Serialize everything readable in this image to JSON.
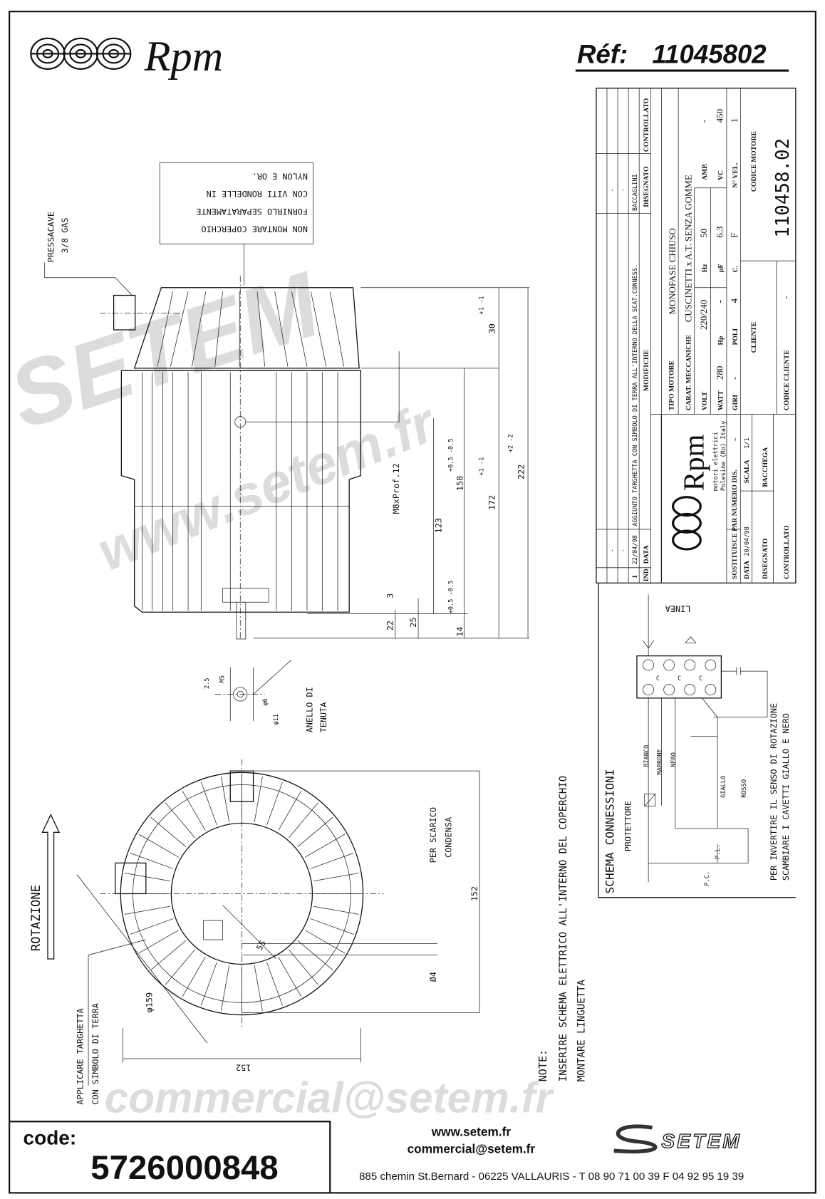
{
  "header": {
    "logo": "Rpm",
    "ref_label": "Réf:",
    "ref_value": "11045802"
  },
  "watermark": {
    "brand": "SETEM",
    "url": "www.setem.fr",
    "email": "commercial@setem.fr"
  },
  "side_view": {
    "note_lines": [
      "NON MONTARE COPERCHIO",
      "FORNIRLO SEPARATAMENTE",
      "CON VITI RONDELLE IN",
      "NYLON E OR."
    ],
    "pressacave": "PRESSACAVE",
    "pressacave_size": "3/8 GAS",
    "thread": "M8xProf.12",
    "dims": {
      "d30": "30",
      "d30_tol": "+1  -1",
      "d222": "222",
      "d222_tol": "+2  -2",
      "d172": "172",
      "d172_tol": "+1  -1",
      "d158": "158",
      "d158_tol": "+0.5  -0.5",
      "d123": "123",
      "d3": "3",
      "d22": "22",
      "d25": "25",
      "d14": "14",
      "d14_tol": "+0.5  -0.5"
    }
  },
  "shaft_detail": {
    "d25": "2.5",
    "m5": "M5",
    "phi6": "φ6",
    "phi11": "φ11",
    "seal_1": "ANELLO DI",
    "seal_2": "TENUTA"
  },
  "end_view": {
    "drain_1": "PER SCARICO",
    "drain_2": "CONDENSA",
    "d152_v": "152",
    "d152_h": "152",
    "d55": "55",
    "d4": "Ø4",
    "phi159": "φ159",
    "rotation": "ROTAZIONE",
    "label_1": "APPLICARE TARGHETTA",
    "label_2": "CON SIMBOLO DI TERRA"
  },
  "notes": {
    "title": "NOTE:",
    "line_1": "INSERIRE SCHEMA ELETTRICO ALL'INTERNO DEL COPERCHIO",
    "line_2": "MONTARE LINGUETTA"
  },
  "schematic": {
    "title": "SCHEMA CONNESSIONI",
    "protector": "PROTETTORE",
    "line": "LINEA",
    "wires": [
      "BIANCO",
      "MARRONE",
      "NERO",
      "GIALLO",
      "ROSSO"
    ],
    "bridge": "C",
    "pc": "P.C.",
    "pl": "P.L.",
    "instr_1": "PER INVERTIRE IL SENSO DI ROTAZIONE",
    "instr_2": "SCAMBIARE I CAVETTI GIALLO E NERO"
  },
  "title_block": {
    "mod_headers": {
      "ind": "IND",
      "data": "DATA",
      "modifiche": "MODIFICHE",
      "disegnato": "DISEGNATO",
      "controllato": "CONTROLLATO"
    },
    "mod_row": {
      "ind": "1",
      "data": "22/04/98",
      "text": "AGGIUNTO TARGHETTA CON SIMBOLO DI TERRA ALL'INTERNO DELLA SCAT.CONNESS.",
      "by": "BACCAGLINI"
    },
    "dash": "-",
    "tipo_label": "TIPO MOTORE",
    "tipo_value": "MONOFASE CHIUSO",
    "carat_label": "CARAT. MECCANICHE",
    "carat_value": "CUSCINETTI x A.T. SENZA GOMME",
    "volt_label": "VOLT",
    "volt": "220/240",
    "hz_label": "Hz",
    "hz": "50",
    "amp_label": "AMP.",
    "amp": "-",
    "watt_label": "WATT",
    "watt": "280",
    "hp_label": "Hp",
    "hp": "-",
    "uf_label": "µF",
    "uf": "6.3",
    "vc_label": "VC",
    "vc": "450",
    "giri_label": "GIRI",
    "giri": "-",
    "poli_label": "POLI",
    "poli": "4",
    "cl_label": "C.",
    "cl": "F",
    "vel_label": "N° VEL.",
    "vel": "1",
    "cliente_label": "CLIENTE",
    "codice_motore_label": "CODICE MOTORE",
    "codice_motore": "110458.02",
    "codice_cliente_label": "CODICE CLIENTE",
    "codice_cliente": "-",
    "logo": "Rpm",
    "logo_sub": "motori elettrici",
    "logo_addr": "Polesine (Ro) Italy",
    "sostituisce_label": "SOSTITUISCE PAR NUMERO DIS.",
    "sostituisce": "-",
    "data_label": "DATA",
    "data": "20/04/98",
    "scala_label": "SCALA",
    "scala": "1/1",
    "disegnato_label": "DISEGNATO",
    "disegnato": "BACCHEGA",
    "controllato_label": "CONTROLLATO"
  },
  "footer": {
    "code_label": "code:",
    "code": "5726000848",
    "url": "www.setem.fr",
    "email": "commercial@setem.fr",
    "brand": "SETEM",
    "address": "885 chemin St.Bernard  -  06225 VALLAURIS  -  T 08 90 71 00 39  F 04 92 95 19 39"
  }
}
